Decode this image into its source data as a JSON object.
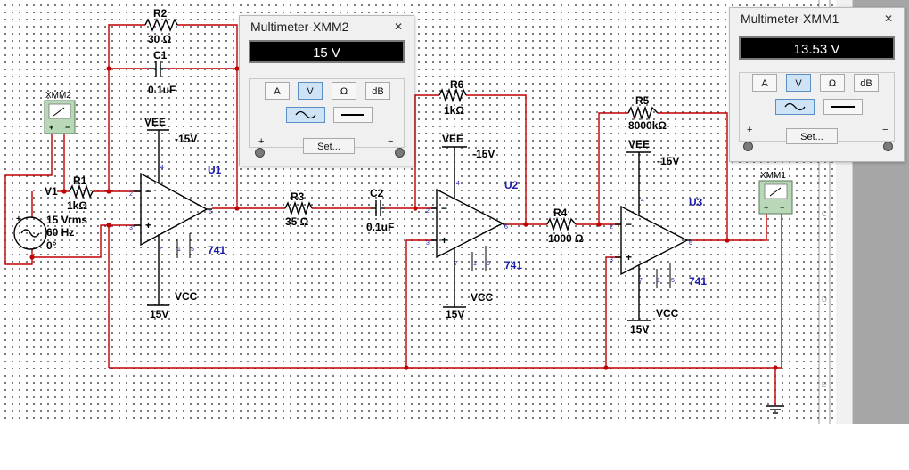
{
  "components": {
    "R2": {
      "name": "R2",
      "value": "30 Ω"
    },
    "C1": {
      "name": "C1",
      "value": "0.1uF"
    },
    "R1": {
      "name": "R1",
      "value": "1kΩ"
    },
    "V1": {
      "name": "V1",
      "line1": "15 Vrms",
      "line2": "60 Hz",
      "line3": "0°"
    },
    "XMM2_probe": {
      "name": "XMM2"
    },
    "XMM1_probe": {
      "name": "XMM1"
    },
    "R3": {
      "name": "R3",
      "value": "35 Ω"
    },
    "C2": {
      "name": "C2",
      "value": "0.1uF"
    },
    "R6": {
      "name": "R6",
      "value": "1kΩ"
    },
    "R4": {
      "name": "R4",
      "value": "1000 Ω"
    },
    "R5": {
      "name": "R5",
      "value": "8000kΩ"
    },
    "U1": {
      "name": "U1",
      "model": "741",
      "vee": "VEE",
      "vee_val": "-15V",
      "vcc": "VCC",
      "vcc_val": "15V"
    },
    "U2": {
      "name": "U2",
      "model": "741",
      "vee": "VEE",
      "vee_val": "-15V",
      "vcc": "VCC",
      "vcc_val": "15V"
    },
    "U3": {
      "name": "U3",
      "model": "741",
      "vee": "VEE",
      "vee_val": "-15V",
      "vcc": "VCC",
      "vcc_val": "15V"
    },
    "pins": {
      "p2": "2",
      "p3": "3",
      "p4": "4",
      "p5": "5",
      "p6": "6",
      "p7": "7",
      "p1": "1"
    }
  },
  "multimeter_xmm2": {
    "title": "Multimeter-XMM2",
    "reading": "15 V",
    "buttons": {
      "a": "A",
      "v": "V",
      "ohm": "Ω",
      "db": "dB"
    },
    "active_mode": "V",
    "active_waveform": "ac",
    "set_label": "Set...",
    "plus": "+",
    "minus": "−",
    "close": "✕"
  },
  "multimeter_xmm1": {
    "title": "Multimeter-XMM1",
    "reading": "13.53 V",
    "buttons": {
      "a": "A",
      "v": "V",
      "ohm": "Ω",
      "db": "dB"
    },
    "active_mode": "V",
    "active_waveform": "ac",
    "set_label": "Set...",
    "plus": "+",
    "minus": "−",
    "close": "✕"
  },
  "border_letters": {
    "c": "C",
    "d": "D",
    "e": "E"
  },
  "colors": {
    "wire": "#c00000",
    "component": "#000000",
    "label_blue": "#1a1ab0",
    "probe_green": "#b8d8b8"
  }
}
